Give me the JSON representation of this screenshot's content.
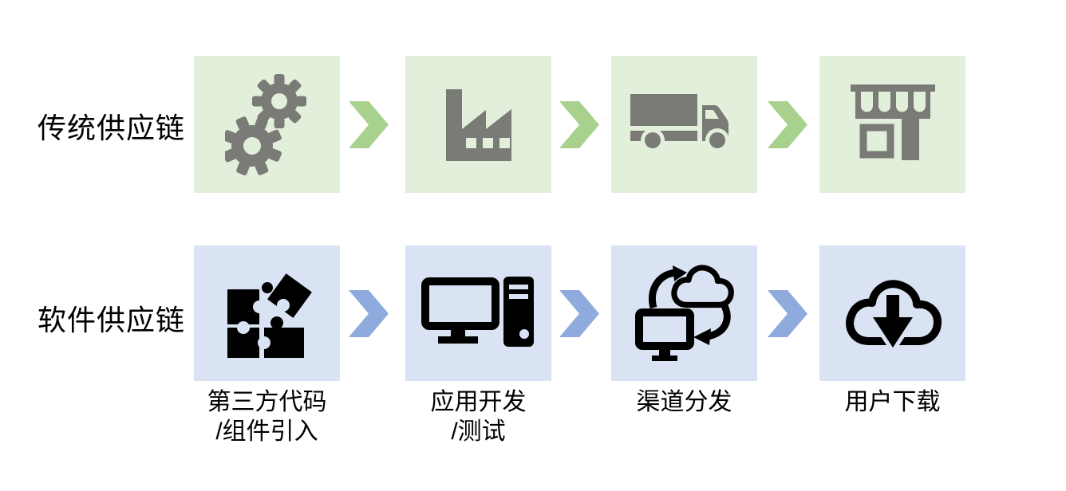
{
  "colors": {
    "traditional_box": "#e2efda",
    "traditional_arrow": "#a9d18e",
    "traditional_icon": "#7a7a76",
    "software_box": "#dae3f3",
    "software_arrow": "#8faadc",
    "software_icon": "#000000",
    "text": "#000000",
    "page_bg": "#ffffff"
  },
  "diagram": {
    "rows": [
      {
        "label": "传统供应链",
        "steps": [
          {
            "icon": "gears-icon"
          },
          {
            "icon": "factory-icon"
          },
          {
            "icon": "truck-icon"
          },
          {
            "icon": "storefront-icon"
          }
        ]
      },
      {
        "label": "软件供应链",
        "steps": [
          {
            "icon": "puzzle-pieces-icon",
            "caption": "第三方代码\n/组件引入"
          },
          {
            "icon": "desktop-computer-icon",
            "caption": "应用开发\n/测试"
          },
          {
            "icon": "cloud-sync-icon",
            "caption": "渠道分发"
          },
          {
            "icon": "cloud-download-icon",
            "caption": "用户下载"
          }
        ]
      }
    ]
  }
}
